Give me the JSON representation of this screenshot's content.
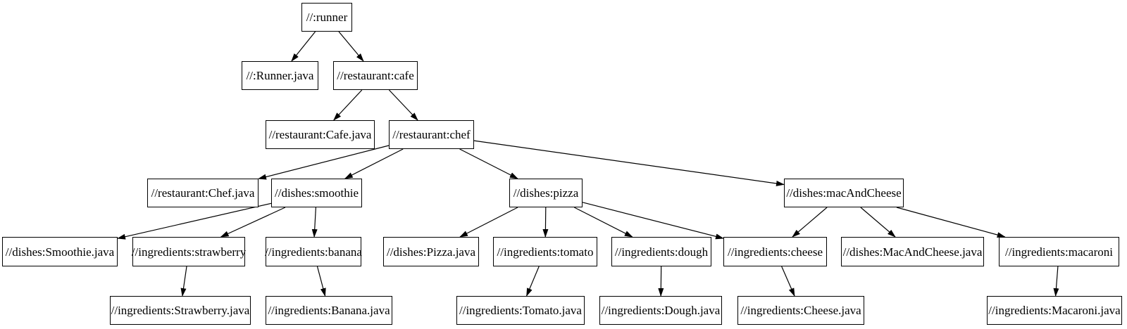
{
  "diagram": {
    "type": "dependency-graph",
    "colors": {
      "background": "#ffffff",
      "node_fill": "#ffffff",
      "node_border": "#000000",
      "edge": "#000000",
      "text": "#000000"
    },
    "nodes": {
      "runner": {
        "label": "//:runner"
      },
      "runner_java": {
        "label": "//:Runner.java"
      },
      "cafe": {
        "label": "//restaurant:cafe"
      },
      "cafe_java": {
        "label": "//restaurant:Cafe.java"
      },
      "chef": {
        "label": "//restaurant:chef"
      },
      "chef_java": {
        "label": "//restaurant:Chef.java"
      },
      "smoothie": {
        "label": "//dishes:smoothie"
      },
      "pizza": {
        "label": "//dishes:pizza"
      },
      "mac_and_cheese": {
        "label": "//dishes:macAndCheese"
      },
      "smoothie_java": {
        "label": "//dishes:Smoothie.java"
      },
      "strawberry": {
        "label": "//ingredients:strawberry"
      },
      "banana": {
        "label": "//ingredients:banana"
      },
      "pizza_java": {
        "label": "//dishes:Pizza.java"
      },
      "tomato": {
        "label": "//ingredients:tomato"
      },
      "dough": {
        "label": "//ingredients:dough"
      },
      "cheese": {
        "label": "//ingredients:cheese"
      },
      "mac_and_cheese_java": {
        "label": "//dishes:MacAndCheese.java"
      },
      "macaroni": {
        "label": "//ingredients:macaroni"
      },
      "strawberry_java": {
        "label": "//ingredients:Strawberry.java"
      },
      "banana_java": {
        "label": "//ingredients:Banana.java"
      },
      "tomato_java": {
        "label": "//ingredients:Tomato.java"
      },
      "dough_java": {
        "label": "//ingredients:Dough.java"
      },
      "cheese_java": {
        "label": "//ingredients:Cheese.java"
      },
      "macaroni_java": {
        "label": "//ingredients:Macaroni.java"
      }
    },
    "edges": [
      {
        "from": "runner",
        "to": "runner_java"
      },
      {
        "from": "runner",
        "to": "cafe"
      },
      {
        "from": "cafe",
        "to": "cafe_java"
      },
      {
        "from": "cafe",
        "to": "chef"
      },
      {
        "from": "chef",
        "to": "chef_java"
      },
      {
        "from": "chef",
        "to": "smoothie"
      },
      {
        "from": "chef",
        "to": "pizza"
      },
      {
        "from": "chef",
        "to": "mac_and_cheese"
      },
      {
        "from": "smoothie",
        "to": "smoothie_java"
      },
      {
        "from": "smoothie",
        "to": "strawberry"
      },
      {
        "from": "smoothie",
        "to": "banana"
      },
      {
        "from": "strawberry",
        "to": "strawberry_java"
      },
      {
        "from": "banana",
        "to": "banana_java"
      },
      {
        "from": "pizza",
        "to": "pizza_java"
      },
      {
        "from": "pizza",
        "to": "tomato"
      },
      {
        "from": "pizza",
        "to": "dough"
      },
      {
        "from": "pizza",
        "to": "cheese"
      },
      {
        "from": "tomato",
        "to": "tomato_java"
      },
      {
        "from": "dough",
        "to": "dough_java"
      },
      {
        "from": "cheese",
        "to": "cheese_java"
      },
      {
        "from": "mac_and_cheese",
        "to": "cheese"
      },
      {
        "from": "mac_and_cheese",
        "to": "mac_and_cheese_java"
      },
      {
        "from": "mac_and_cheese",
        "to": "macaroni"
      },
      {
        "from": "macaroni",
        "to": "macaroni_java"
      }
    ]
  }
}
